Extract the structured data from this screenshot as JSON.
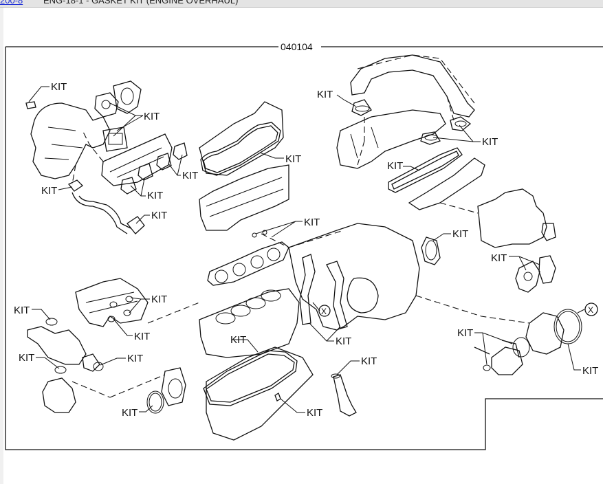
{
  "header": {
    "link_text": "200-8",
    "title": "ENG-18-1 - GASKET KIT (ENGINE OVERHAUL)"
  },
  "diagram": {
    "figure_code": "040104",
    "part_label": "KIT",
    "circle_marker": "X"
  }
}
